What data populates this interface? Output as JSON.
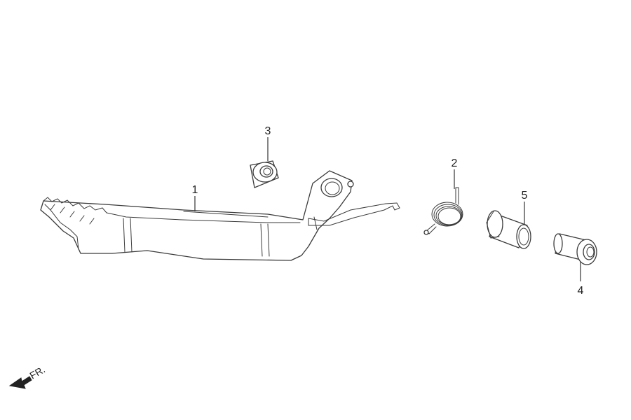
{
  "callouts": {
    "c1": "1",
    "c2": "2",
    "c3": "3",
    "c4": "4",
    "c5": "5"
  },
  "direction_marker": {
    "label": "FR.",
    "icon": "front-direction-arrow-icon"
  },
  "colors": {
    "line": "#3a3a3a",
    "background": "#ffffff",
    "arrow": "#222222"
  }
}
